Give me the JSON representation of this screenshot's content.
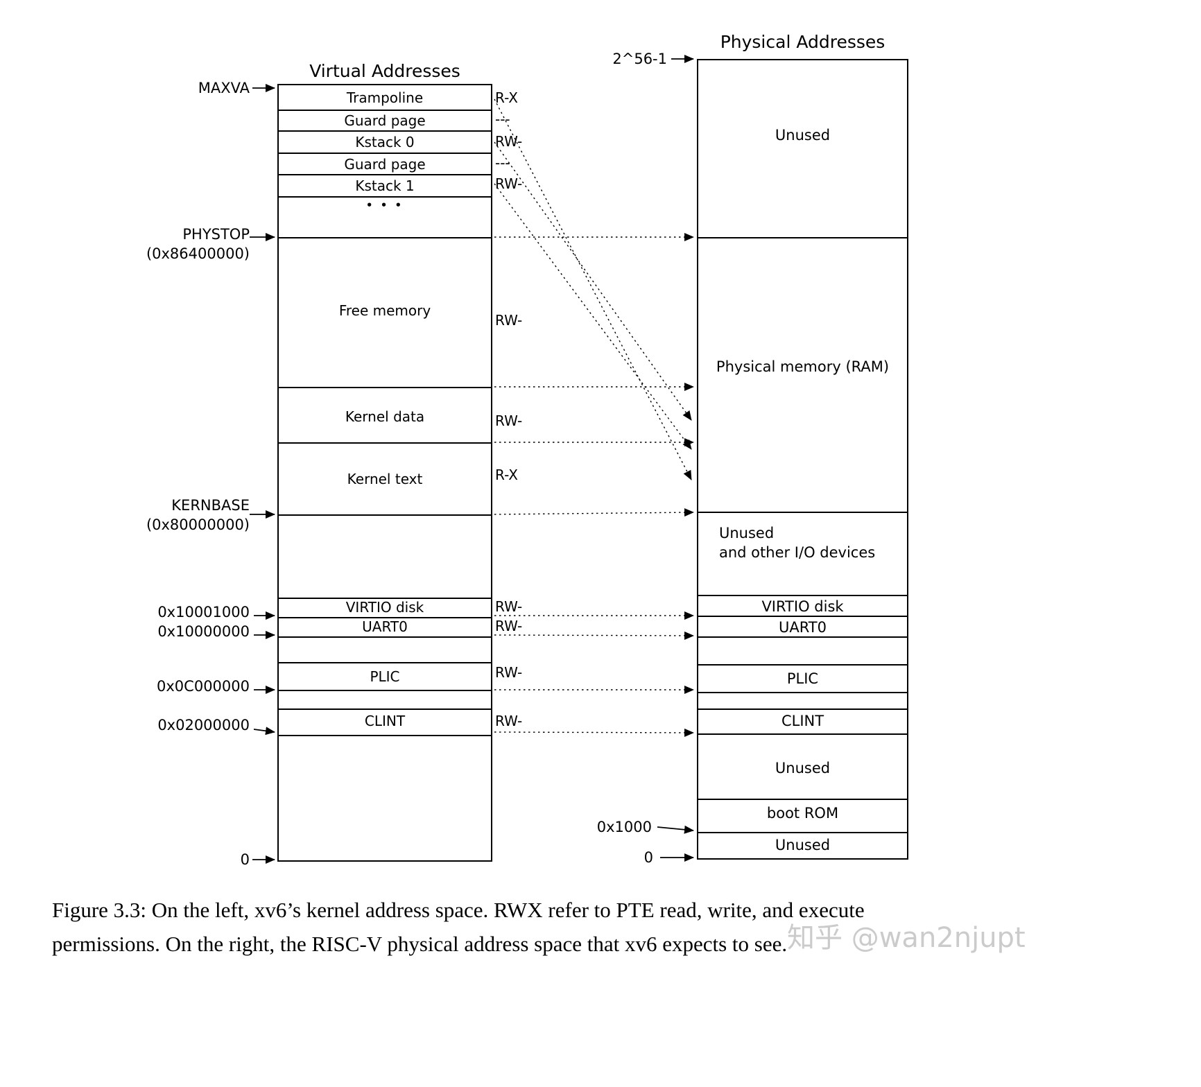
{
  "colors": {
    "ink": "#000000",
    "background": "#ffffff",
    "watermark": "#cbcbcb"
  },
  "figure": {
    "left": {
      "title": "Virtual Addresses",
      "addresses": {
        "maxva": "MAXVA",
        "phystop": "PHYSTOP",
        "phystop_value": "(0x86400000)",
        "kernbase": "KERNBASE",
        "kernbase_value": "(0x80000000)",
        "virtio": "0x10001000",
        "uart0": "0x10000000",
        "plic": "0x0C000000",
        "clint": "0x02000000",
        "zero": "0"
      },
      "segments": {
        "trampoline": "Trampoline",
        "guard1": "Guard page",
        "kstack0": "Kstack 0",
        "guard2": "Guard page",
        "kstack1": "Kstack 1",
        "ellipsis": "• • •",
        "free_memory": "Free memory",
        "kernel_data": "Kernel data",
        "kernel_text": "Kernel text",
        "virtio": "VIRTIO disk",
        "uart0": "UART0",
        "plic": "PLIC",
        "clint": "CLINT"
      },
      "permissions": {
        "trampoline": "R-X",
        "guard1": "---",
        "kstack0": "RW-",
        "guard2": "---",
        "kstack1": "RW-",
        "free_memory": "RW-",
        "kernel_data": "RW-",
        "kernel_text": "R-X",
        "virtio": "RW-",
        "uart0": "RW-",
        "plic": "RW-",
        "clint": "RW-"
      }
    },
    "right": {
      "title": "Physical Addresses",
      "addresses": {
        "top": "2^56-1",
        "boot_rom": "0x1000",
        "zero": "0"
      },
      "segments": {
        "unused_top": "Unused",
        "ram": "Physical memory (RAM)",
        "unused_io_1": "Unused",
        "unused_io_2": "and other I/O devices",
        "virtio": "VIRTIO disk",
        "uart0": "UART0",
        "plic": "PLIC",
        "clint": "CLINT",
        "unused_mid": "Unused",
        "boot_rom": "boot ROM",
        "unused_bottom": "Unused"
      }
    },
    "caption": {
      "line1": "Figure 3.3: On the left, xv6’s kernel address space. RWX refer to PTE read, write, and execute",
      "line2": "permissions. On the right, the RISC-V physical address space that xv6 expects to see."
    },
    "watermark": "知乎 @wan2njupt"
  }
}
